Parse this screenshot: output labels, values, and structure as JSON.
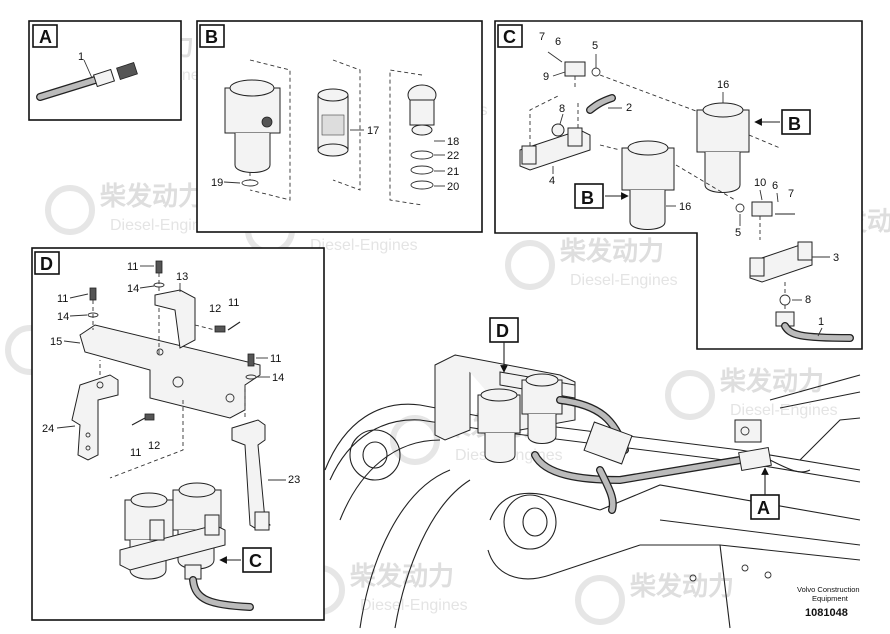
{
  "panels": {
    "A": {
      "label": "A"
    },
    "B": {
      "label": "B"
    },
    "C": {
      "label": "C"
    },
    "D": {
      "label": "D"
    }
  },
  "callouts_A": [
    "1"
  ],
  "callouts_B": [
    "17",
    "18",
    "22",
    "21",
    "20",
    "19"
  ],
  "callouts_C": [
    "7",
    "6",
    "5",
    "9",
    "8",
    "2",
    "16",
    "4",
    "16",
    "10",
    "6",
    "7",
    "5",
    "3",
    "8",
    "1"
  ],
  "callouts_D": [
    "11",
    "14",
    "13",
    "11",
    "14",
    "12",
    "11",
    "15",
    "11",
    "14",
    "24",
    "11",
    "12",
    "23"
  ],
  "refs": {
    "B1": "B",
    "B2": "B",
    "C": "C",
    "D": "D",
    "A": "A"
  },
  "watermark": {
    "cn": "柴发动力",
    "en": "Diesel-Engines"
  },
  "footer": {
    "line1": "Volvo Construction",
    "line2": "Equipment",
    "code": "1081048"
  }
}
